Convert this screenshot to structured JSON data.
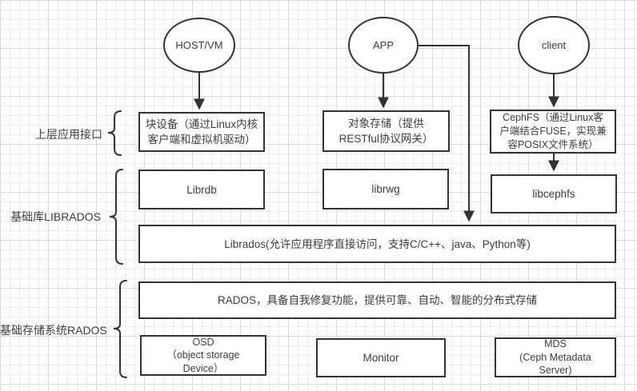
{
  "colors": {
    "stroke": "#333333",
    "text": "#3c3c3c",
    "grid_minor": "#ececec",
    "grid_major": "#d9d9d9",
    "shape_fill": "#ffffff"
  },
  "nodes": {
    "host_vm": {
      "label": "HOST/VM"
    },
    "app": {
      "label": "APP"
    },
    "client": {
      "label": "client"
    },
    "block_device": {
      "lines": [
        "块设备（通过Linux内核",
        "客户端和虚拟机驱动）"
      ]
    },
    "object_storage": {
      "lines": [
        "对象存储（提供",
        "RESTful协议网关）"
      ]
    },
    "cephfs": {
      "lines": [
        "CephFS（通过Linux客",
        "户端结合FUSE，实现兼",
        "容POSIX文件系统）"
      ]
    },
    "librdb": {
      "label": "Librdb"
    },
    "librwg": {
      "label": "librwg"
    },
    "libcephfs": {
      "label": "libcephfs"
    },
    "librados": {
      "label": "Librados(允许应用程序直接访问，支持C/C++、java、Python等)"
    },
    "rados": {
      "label": "RADOS，具备自我修复功能，提供可靠、自动、智能的分布式存储"
    },
    "osd": {
      "lines": [
        "OSD",
        "（object storage",
        "Device）"
      ]
    },
    "monitor": {
      "label": "Monitor"
    },
    "mds": {
      "lines": [
        "MDS",
        "(Ceph Metadata",
        "Server)"
      ]
    }
  },
  "group_labels": {
    "upper_interface": "上层应用接口",
    "base_library": "基础库LIBRADOS",
    "base_storage": "基础存储系统RADOS"
  },
  "connections": [
    {
      "from": "HOST/VM",
      "to": "块设备",
      "type": "arrow"
    },
    {
      "from": "APP",
      "to": "对象存储",
      "type": "arrow"
    },
    {
      "from": "APP",
      "to": "Librados",
      "type": "elbow-arrow"
    },
    {
      "from": "client",
      "to": "CephFS",
      "type": "arrow"
    },
    {
      "from": "CephFS",
      "to": "libcephfs",
      "type": "arrow"
    }
  ]
}
